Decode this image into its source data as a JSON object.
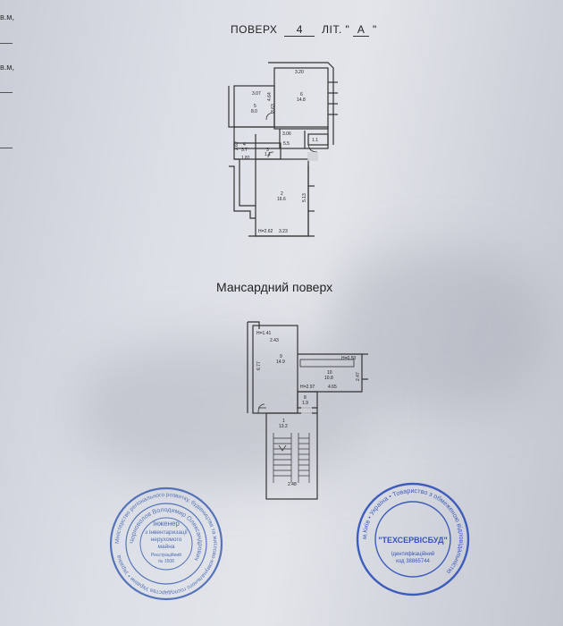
{
  "margin": {
    "t1": "в.м,",
    "t2": "в.м,"
  },
  "header": {
    "floor_label": "ПОВЕРХ",
    "floor_num": "4",
    "lit_label": "ЛІТ. \"",
    "lit_val": "А",
    "lit_end": "\""
  },
  "attic_title": "Мансардний поверх",
  "plan4": {
    "dims": {
      "d320": "3.20",
      "d307": "3.07",
      "d464": "4.64",
      "d363": "3.63",
      "d306": "3.06",
      "d262": "2.62",
      "d181": "1.81",
      "d513": "5.13",
      "dh": "H=2.62",
      "d323": "3.23"
    },
    "rooms": [
      {
        "no": "5",
        "area": "8.0"
      },
      {
        "no": "6",
        "area": "14.8"
      },
      {
        "no": "4",
        "area": "3.7"
      },
      {
        "no": "3",
        "area": "1.1"
      },
      {
        "no": "",
        "area": "5.5"
      },
      {
        "no": "",
        "area": "1.1"
      },
      {
        "no": "2",
        "area": "16.6"
      }
    ]
  },
  "plan_attic": {
    "dims": {
      "h141": "H=1.41",
      "d243": "2.43",
      "h050": "H=0.50",
      "d677": "6.77",
      "h297": "H=2.97",
      "d465": "4.65",
      "d248": "2.48",
      "d247": "2.47"
    },
    "rooms": [
      {
        "no": "9",
        "area": "14.9"
      },
      {
        "no": "10",
        "area": "10.8"
      },
      {
        "no": "8",
        "area": "1.9"
      },
      {
        "no": "1",
        "area": "13.2"
      }
    ]
  },
  "stamp_left": {
    "ring": "Міністерство регіонального розвитку, будівництва та житлово-комунального господарства України • Україна",
    "center1": "Інженер",
    "center2": "з інвентаризації",
    "center3": "нерухомого",
    "center4": "майна",
    "center5": "Реєстраційний",
    "center6": "№ 1508",
    "ring_name": "Чорноволов Володимир Олександрович",
    "color": "#3d5fb0"
  },
  "stamp_right": {
    "ring": "м.Київ • Україна • Товариство з обмеженою відповідальністю",
    "name": "\"ТЕХСЕРВІСБУД\"",
    "id_label": "Ідентифікаційний",
    "id_code": "код 38865744",
    "color": "#2f4fb8"
  }
}
